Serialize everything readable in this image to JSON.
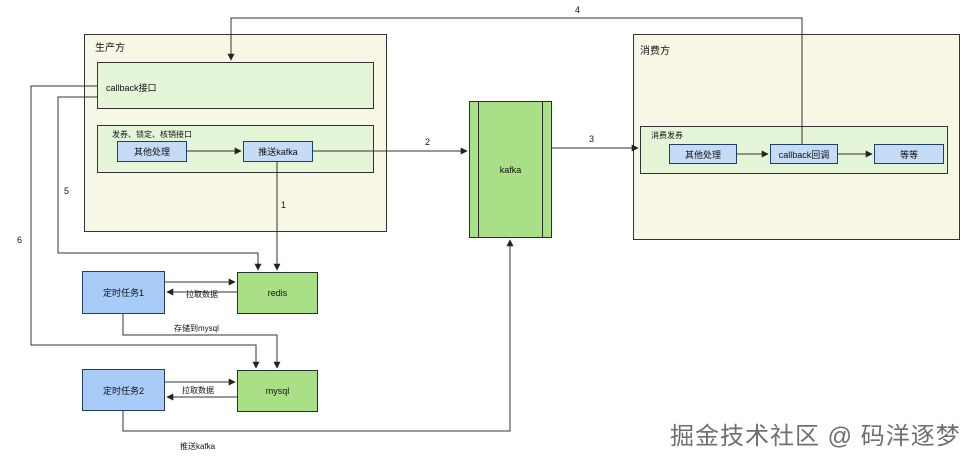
{
  "producer": {
    "title": "生产方",
    "callback_box": "callback接口",
    "group_title": "发券、锁定、核销接口",
    "other_process": "其他处理",
    "push_kafka": "推送kafka"
  },
  "consumer": {
    "title": "消费方",
    "group_title": "消费发券",
    "other_process": "其他处理",
    "callback": "callback回调",
    "etc": "等等"
  },
  "kafka": {
    "label": "kafka"
  },
  "redis": {
    "label": "redis"
  },
  "mysql": {
    "label": "mysql"
  },
  "task1": {
    "label": "定时任务1",
    "pull": "拉取数据"
  },
  "task2": {
    "label": "定时任务2",
    "pull": "拉取数据"
  },
  "edges": {
    "e1": "1",
    "e2": "2",
    "e3": "3",
    "e4": "4",
    "e5": "5",
    "e6": "6",
    "store_mysql": "存储到mysql",
    "push_kafka": "推送kafka"
  },
  "watermark": "掘金技术社区 @ 码洋逐梦"
}
